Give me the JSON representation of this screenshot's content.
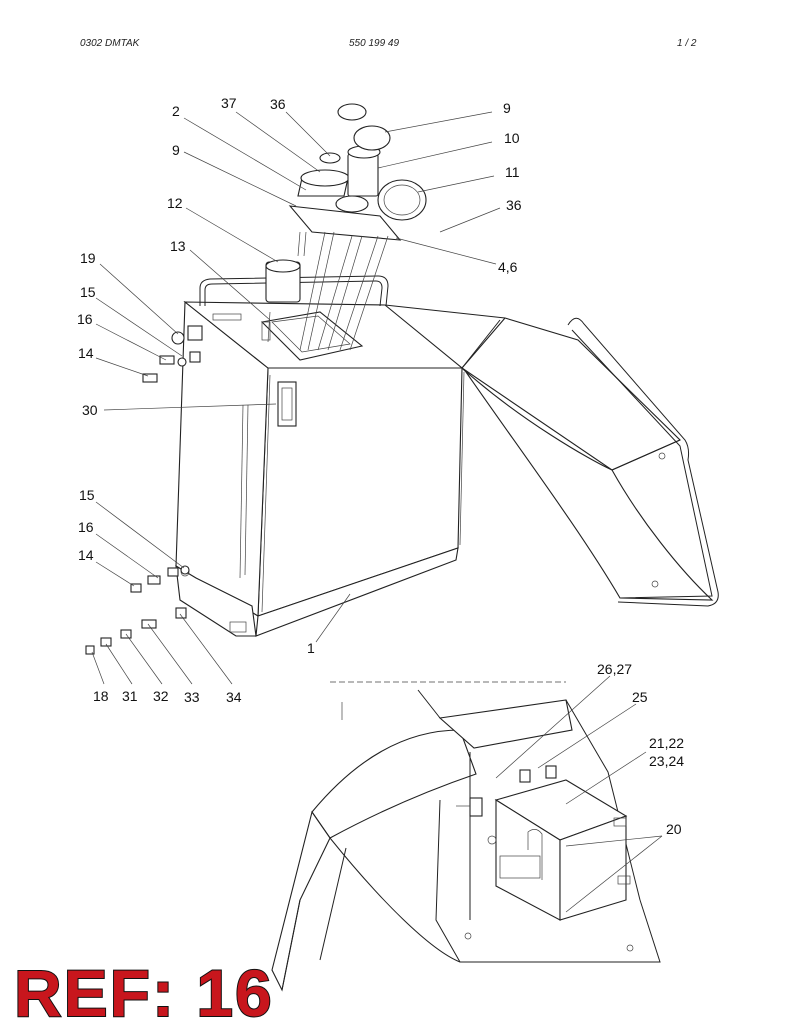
{
  "header": {
    "left": "0302 DMTAK",
    "center": "550 199 49",
    "right": "1 /   2"
  },
  "callouts": [
    {
      "id": "c1",
      "text": "2"
    },
    {
      "id": "c2",
      "text": "37"
    },
    {
      "id": "c3",
      "text": "36"
    },
    {
      "id": "c4",
      "text": "9"
    },
    {
      "id": "c5",
      "text": "10"
    },
    {
      "id": "c6",
      "text": "9"
    },
    {
      "id": "c7",
      "text": "11"
    },
    {
      "id": "c8",
      "text": "12"
    },
    {
      "id": "c9",
      "text": "36"
    },
    {
      "id": "c10",
      "text": "13"
    },
    {
      "id": "c11",
      "text": "4,6"
    },
    {
      "id": "c12",
      "text": "19"
    },
    {
      "id": "c13",
      "text": "15"
    },
    {
      "id": "c14",
      "text": "16"
    },
    {
      "id": "c15",
      "text": "14"
    },
    {
      "id": "c16",
      "text": "30"
    },
    {
      "id": "c17",
      "text": "15"
    },
    {
      "id": "c18",
      "text": "16"
    },
    {
      "id": "c19",
      "text": "14"
    },
    {
      "id": "c20",
      "text": "1"
    },
    {
      "id": "c21",
      "text": "18"
    },
    {
      "id": "c22",
      "text": "31"
    },
    {
      "id": "c23",
      "text": "32"
    },
    {
      "id": "c24",
      "text": "33"
    },
    {
      "id": "c25",
      "text": "34"
    },
    {
      "id": "c26",
      "text": "26,27"
    },
    {
      "id": "c27",
      "text": "25"
    },
    {
      "id": "c28",
      "text": "21,22"
    },
    {
      "id": "c29",
      "text": "23,24"
    },
    {
      "id": "c30",
      "text": "20"
    }
  ],
  "reference": "REF: 16"
}
